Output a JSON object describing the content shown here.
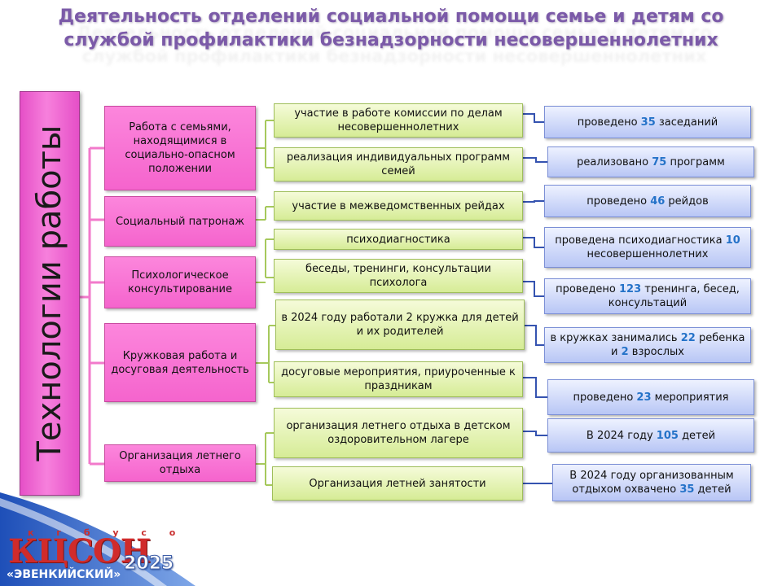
{
  "title": {
    "line1": "Деятельность отделений социальной помощи семье и детям со",
    "line2": "службой профилактики безнадзорности несовершеннолетних"
  },
  "side_label": "Технологии работы",
  "categories": [
    {
      "label": "Работа с семьями, находящимися в социально-опасном положении"
    },
    {
      "label": "Социальный патронаж"
    },
    {
      "label": "Психологическое консультирование"
    },
    {
      "label": "Кружковая работа и досуговая деятельность"
    },
    {
      "label": "Организация летнего отдыха"
    }
  ],
  "activities": [
    {
      "label": "участие в работе комиссии по делам несовершеннолетних"
    },
    {
      "label": "реализация индивидуальных программ семей"
    },
    {
      "label": "участие в межведомственных рейдах"
    },
    {
      "label": "психодиагностика"
    },
    {
      "label": "беседы, тренинги, консультации психолога"
    },
    {
      "label": "в 2024 году работали 2 кружка для детей и их родителей"
    },
    {
      "label": "досуговые мероприятия, приуроченные к праздникам"
    },
    {
      "label": "организация летнего отдыха в детском оздоровительном лагере"
    },
    {
      "label": "Организация летней занятости"
    }
  ],
  "results": [
    {
      "before": "проведено ",
      "n1": "35",
      "after": " заседаний"
    },
    {
      "before": "реализовано ",
      "n1": "75",
      "after": " программ"
    },
    {
      "before": "проведено ",
      "n1": "46",
      "after": " рейдов"
    },
    {
      "before": "проведена психодиагностика ",
      "n1": "10",
      "after": " несовершеннолетних"
    },
    {
      "before": "проведено ",
      "n1": "123",
      "after": " тренинга, бесед, консультаций"
    },
    {
      "before": "в кружках занимались ",
      "n1": "22",
      "mid": " ребенка и ",
      "n2": "2",
      "after": " взрослых"
    },
    {
      "before": "проведено ",
      "n1": "23",
      "after": " мероприятия"
    },
    {
      "before": "В 2024 году ",
      "n1": "105",
      "after": " детей"
    },
    {
      "before": "В 2024 году организованным отдыхом охвачено ",
      "n1": "35",
      "after": " детей"
    }
  ],
  "logo": {
    "org_type": "к г б у с о",
    "name": "КЦСОН",
    "region": "«ЭВЕНКИЙСКИЙ»",
    "year": "2025"
  },
  "colors": {
    "title": "#7b5aa8",
    "category": "#f770d4",
    "activity": "#e2f2a8",
    "result": "#c7d2f7",
    "number": "#2472c8",
    "connector_pink": "#f27acb",
    "connector_green": "#a6c95c",
    "connector_blue": "#3553b0"
  }
}
